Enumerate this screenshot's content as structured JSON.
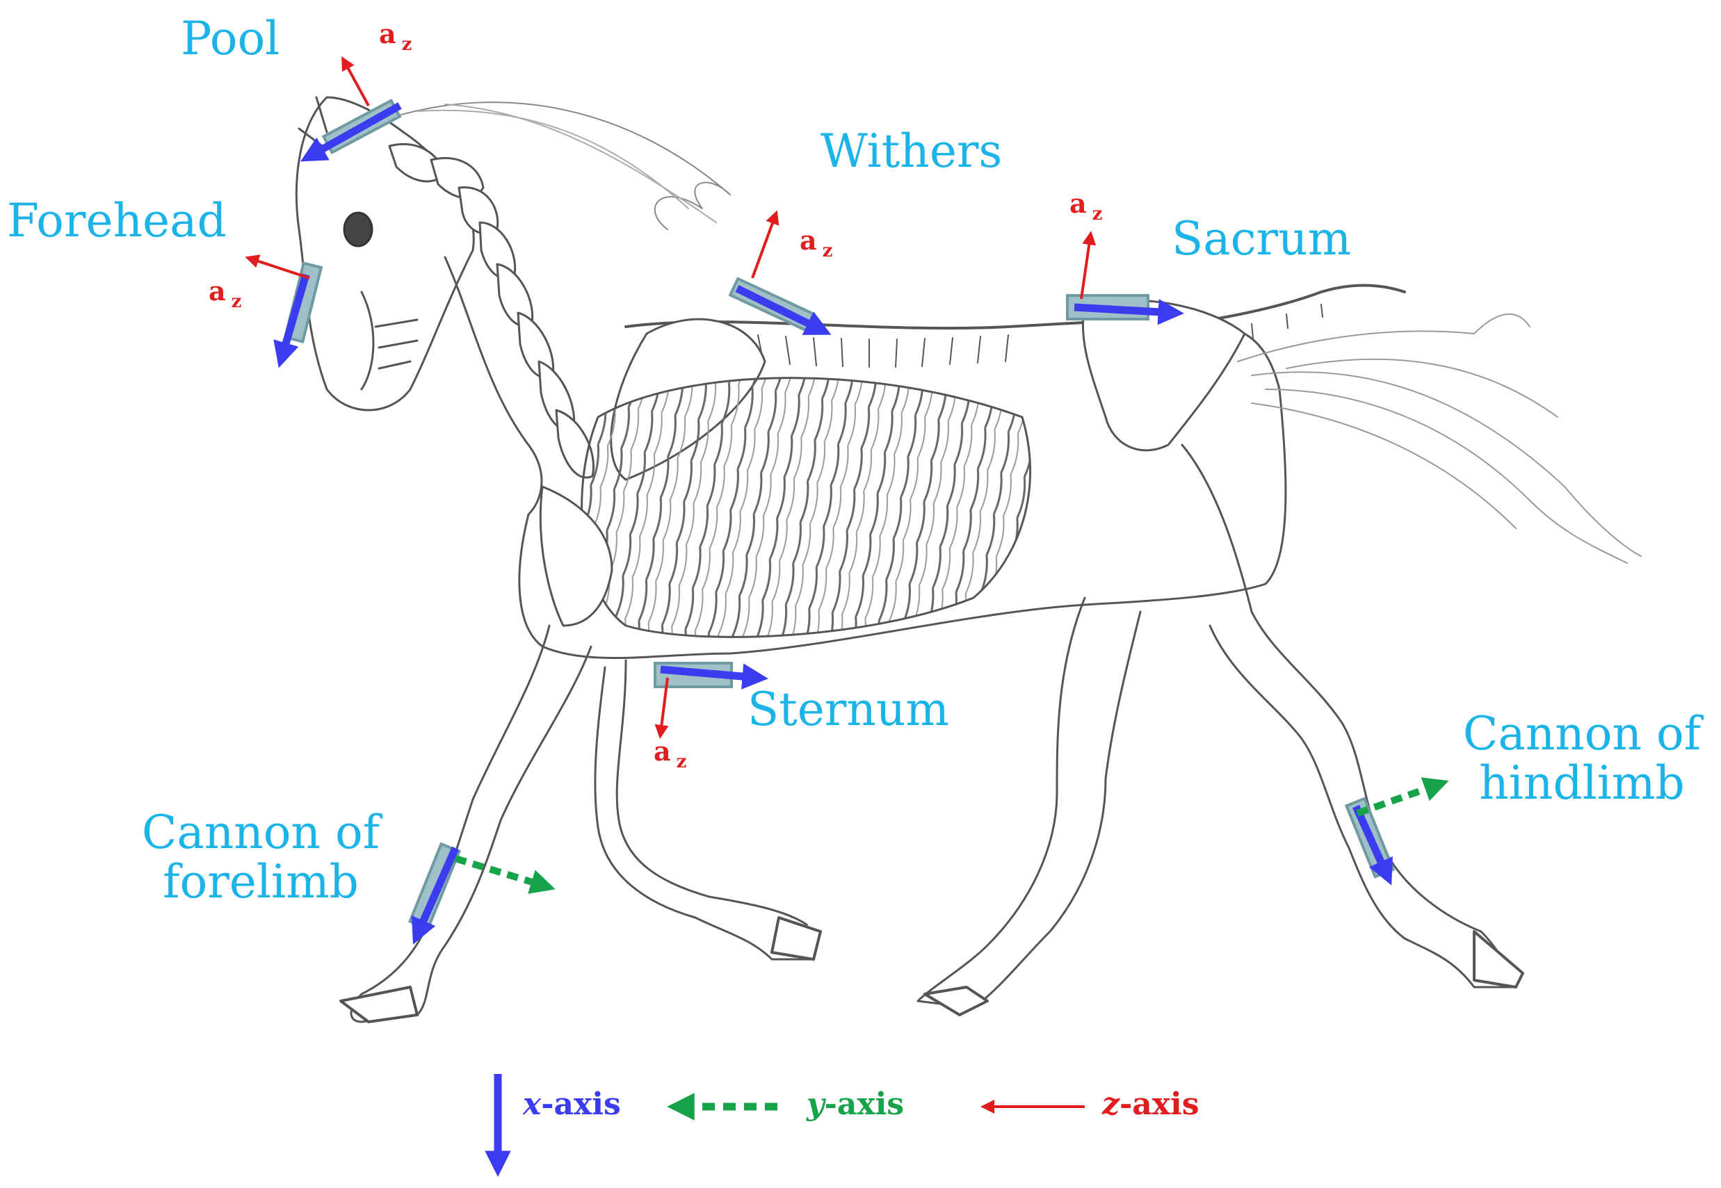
{
  "colors": {
    "label": "#1CB4E8",
    "x_axis": "#3B3BF0",
    "y_axis": "#16A34A",
    "z_axis": "#E11D1D",
    "sensor_fill": "#9FC0C6",
    "sensor_edge": "#6F9AA2",
    "drawing": "#555555"
  },
  "sensors": {
    "poll": {
      "label": "Pool",
      "az": "a",
      "az_sub": "z"
    },
    "forehead": {
      "label": "Forehead",
      "az": "a",
      "az_sub": "z"
    },
    "withers": {
      "label": "Withers",
      "az": "a",
      "az_sub": "z"
    },
    "sacrum": {
      "label": "Sacrum",
      "az": "a",
      "az_sub": "z"
    },
    "sternum": {
      "label": "Sternum",
      "az": "a",
      "az_sub": "z"
    },
    "forelimb": {
      "label_line1": "Cannon of",
      "label_line2": "forelimb"
    },
    "hindlimb": {
      "label_line1": "Cannon of",
      "label_line2": "hindlimb"
    }
  },
  "legend": {
    "x": {
      "axis_letter": "x",
      "axis_word": "-axis"
    },
    "y": {
      "axis_letter": "y",
      "axis_word": "-axis"
    },
    "z": {
      "axis_letter": "z",
      "axis_word": "-axis"
    }
  }
}
